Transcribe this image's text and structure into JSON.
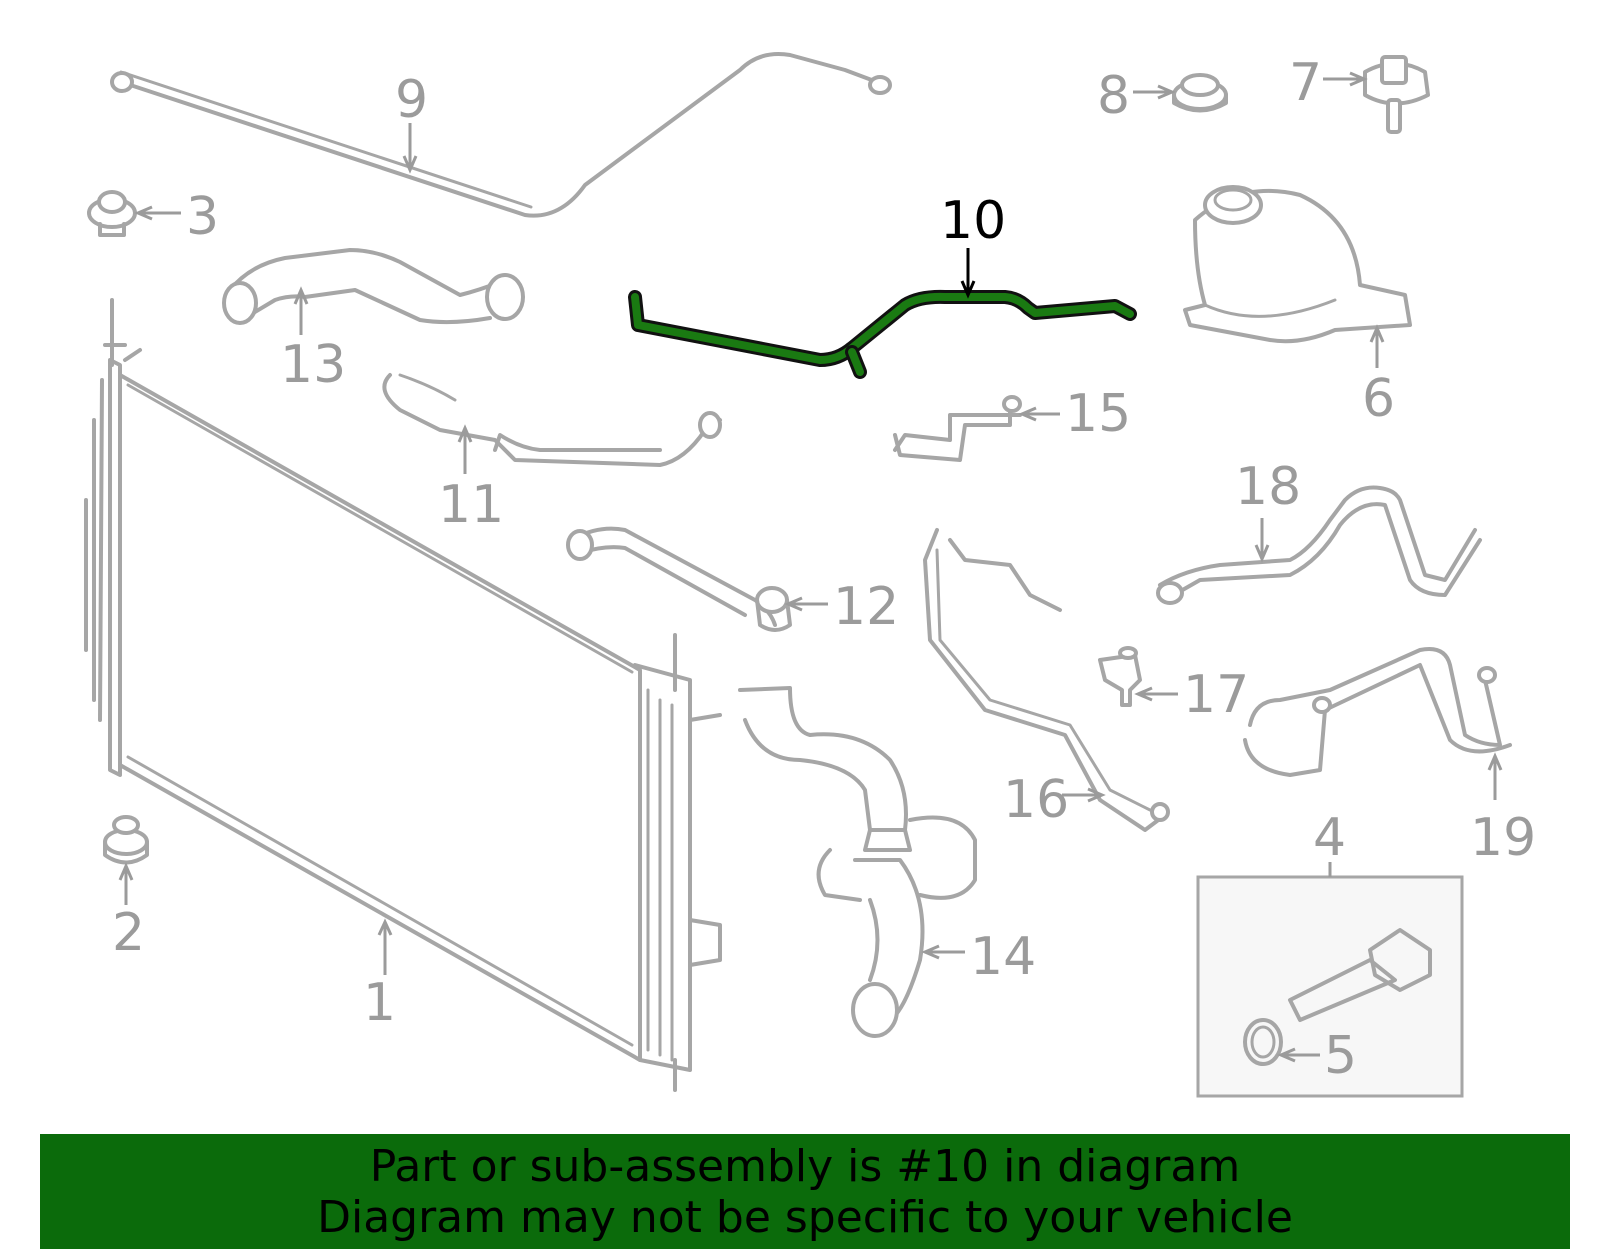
{
  "diagram": {
    "highlighted_part": "10",
    "highlight_color": "#1a7a12",
    "part_color": "#a6a6a6",
    "callouts": [
      "1",
      "2",
      "3",
      "4",
      "5",
      "6",
      "7",
      "8",
      "9",
      "10",
      "11",
      "12",
      "13",
      "14",
      "15",
      "16",
      "17",
      "18",
      "19"
    ]
  },
  "banner": {
    "line1": "Part or sub-assembly is #10 in diagram",
    "line2": "Diagram may not be specific to your vehicle",
    "background_color": "#0b6b0b"
  }
}
